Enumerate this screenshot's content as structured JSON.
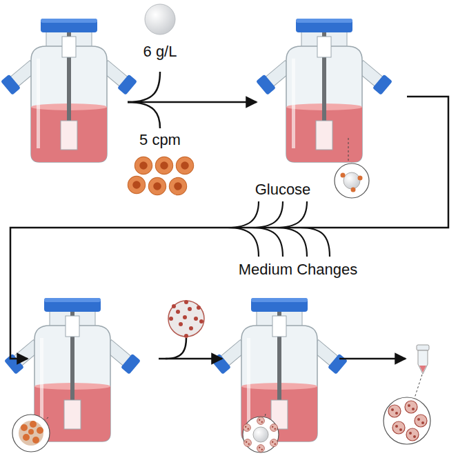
{
  "diagram": {
    "labels": [
      "6 g/L",
      "5 cpm",
      "Glucose",
      "Medium Changes"
    ]
  }
}
